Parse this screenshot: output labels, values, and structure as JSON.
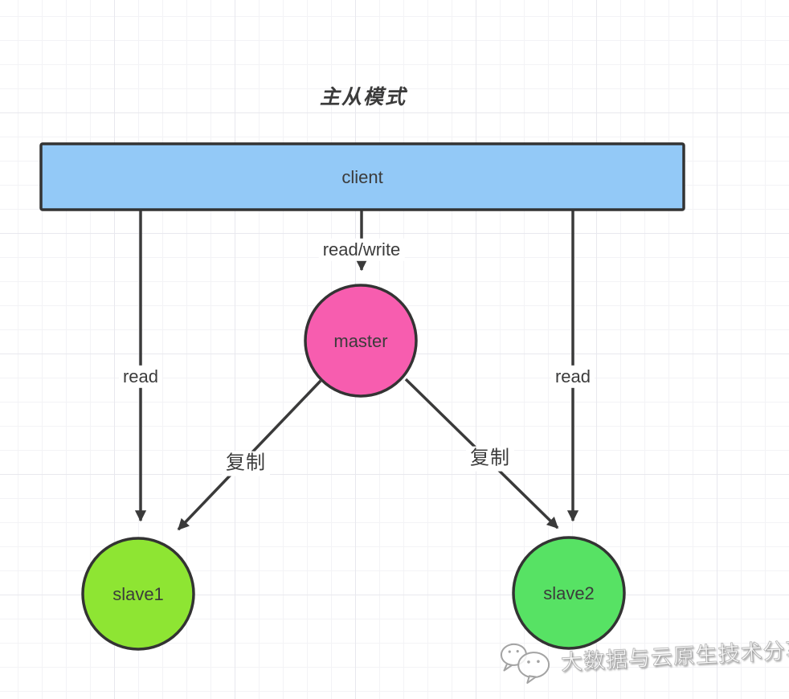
{
  "title": "主从模式",
  "colors": {
    "client_fill": "#93C9F7",
    "master_fill": "#F75DAF",
    "slave1_fill": "#8EE533",
    "slave2_fill": "#57E264",
    "stroke": "#3A3A3A"
  },
  "nodes": {
    "client": {
      "label": "client",
      "shape": "rectangle"
    },
    "master": {
      "label": "master",
      "shape": "circle"
    },
    "slave1": {
      "label": "slave1",
      "shape": "circle"
    },
    "slave2": {
      "label": "slave2",
      "shape": "circle"
    }
  },
  "edges": {
    "client_to_master": {
      "label": "read/write"
    },
    "client_to_slave1": {
      "label": "read"
    },
    "client_to_slave2": {
      "label": "read"
    },
    "master_to_slave1": {
      "label": "复制"
    },
    "master_to_slave2": {
      "label": "复制"
    }
  },
  "watermark": {
    "icon": "wechat-icon",
    "text": "大数据与云原生技术分享"
  }
}
